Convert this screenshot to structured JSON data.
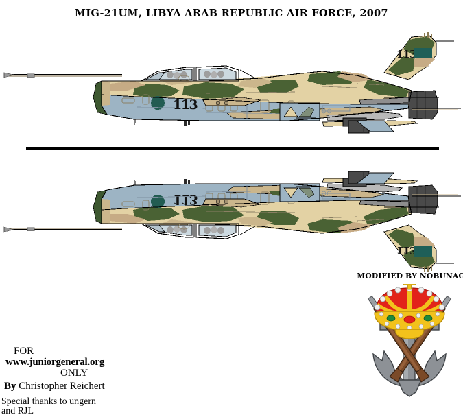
{
  "sheet": {
    "title": "MIG-21UM, LIBYA ARAB REPUBLIC AIR FORCE, 2007",
    "modified_by": "MODIFIED BY NOBUNAGA"
  },
  "credits": {
    "for": "FOR",
    "site": "www.juniorgeneral.org",
    "only": "ONLY",
    "by_label": "By",
    "author": "Christopher Reichert",
    "thanks_line1": "Special thanks to ungern",
    "thanks_line2": "and RJL"
  },
  "aircraft": {
    "type": "MiG-21UM",
    "operator": "Libya Arab Republic Air Force",
    "year": "2007",
    "nose_number": "113",
    "tail_number": "113",
    "views": [
      {
        "name": "starboard-profile",
        "label": "113"
      },
      {
        "name": "port-profile-mirrored",
        "label": "113"
      }
    ]
  },
  "emblem": {
    "name": "spanish-marine-infantry-emblem",
    "elements": [
      "royal-crown",
      "anchor",
      "crossed-rifles"
    ]
  },
  "colors": {
    "sand": "#e3d2a4",
    "sand_dark": "#cbb68c",
    "tan_brown": "#c6ab85",
    "green_dark": "#4a6234",
    "green_mid": "#5d7440",
    "underside": "#9db4c4",
    "underside_d": "#8ca4b6",
    "flag_green": "#1f5f58",
    "roundel": "#225c52",
    "metal_dark": "#4a4a4a",
    "metal_mid": "#7e7e7e",
    "outline": "#000000",
    "crown_gold": "#f2c21c",
    "crown_red": "#e2231a",
    "anchor_gray": "#8d9196",
    "rifle_wood": "#7b4a28"
  }
}
